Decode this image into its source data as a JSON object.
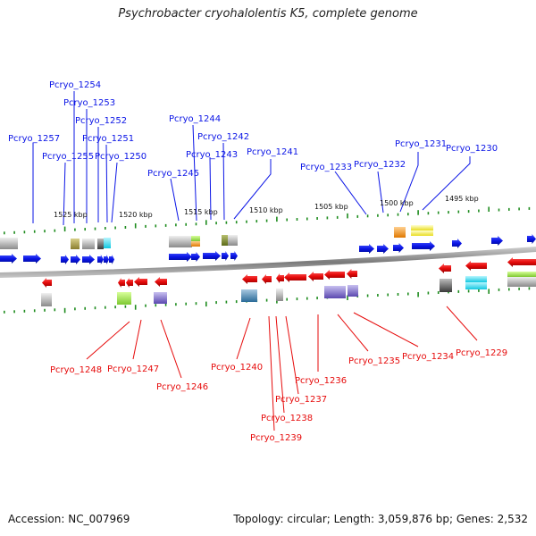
{
  "title": "Psychrobacter cryohalolentis K5, complete genome",
  "footer": {
    "accession": "Accession: NC_007969",
    "topology": "Topology: circular; Length: 3,059,876 bp; Genes: 2,532"
  },
  "colors": {
    "forward": "#0a14e6",
    "reverse": "#e60a0a",
    "backbone": "#8c8c8c",
    "tick": "#1e8c1e"
  },
  "scale_labels": [
    "1525 kbp",
    "1520 kbp",
    "1515 kbp",
    "1510 kbp",
    "1505 kbp",
    "1500 kbp",
    "1495 kbp"
  ],
  "forward_genes": [
    "Pcryo_1257",
    "Pcryo_1255",
    "Pcryo_1254",
    "Pcryo_1253",
    "Pcryo_1252",
    "Pcryo_1251",
    "Pcryo_1250",
    "Pcryo_1245",
    "Pcryo_1244",
    "Pcryo_1243",
    "Pcryo_1242",
    "Pcryo_1241",
    "Pcryo_1233",
    "Pcryo_1232",
    "Pcryo_1231",
    "Pcryo_1230"
  ],
  "reverse_genes": [
    "Pcryo_1248",
    "Pcryo_1247",
    "Pcryo_1246",
    "Pcryo_1240",
    "Pcryo_1239",
    "Pcryo_1238",
    "Pcryo_1237",
    "Pcryo_1236",
    "Pcryo_1235",
    "Pcryo_1234",
    "Pcryo_1229"
  ]
}
